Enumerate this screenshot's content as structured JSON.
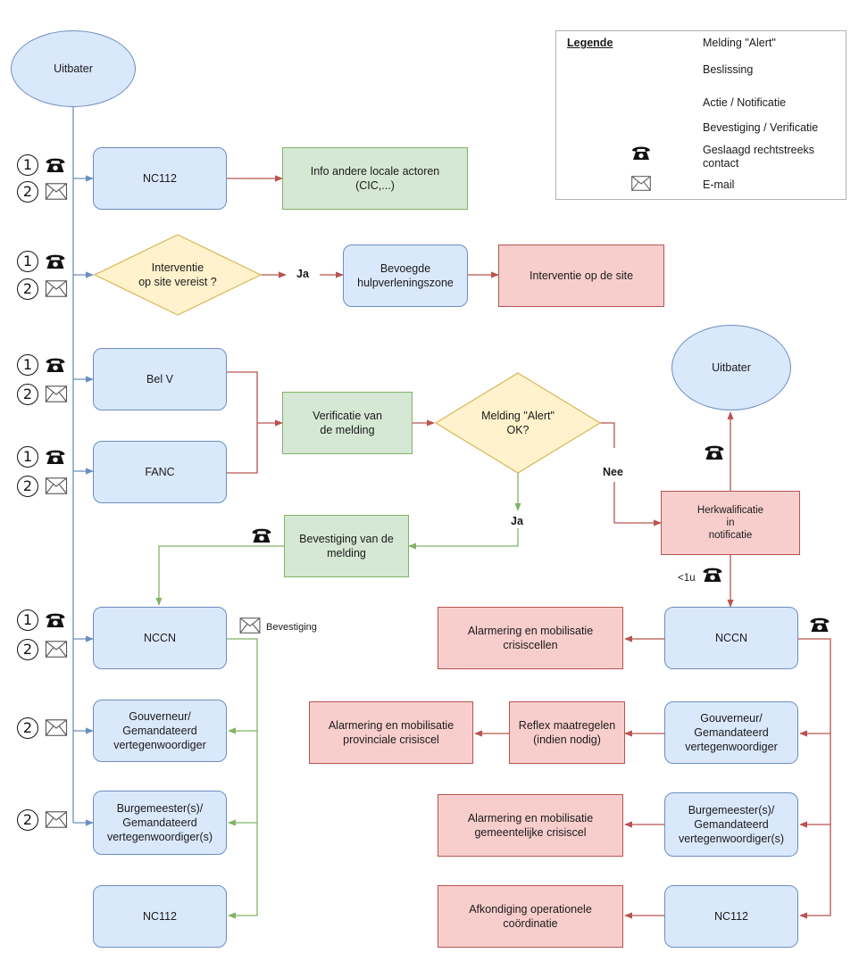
{
  "legend": {
    "title": "Legende",
    "alert": "Melding \"Alert\"",
    "decision": "Beslissing",
    "action": "Actie / Notificatie",
    "confirm": "Bevestiging / Verificatie",
    "phone": "Geslaagd rechtstreeks\ncontact",
    "mail": "E-mail"
  },
  "nodes": {
    "uitbater_top": "Uitbater",
    "nc112_top": "NC112",
    "info_actoren": "Info andere locale actoren\n(CIC,...)",
    "interventie_q": "Interventie\nop site vereist ?",
    "ja1": "Ja",
    "hulpverlening": "Bevoegde\nhulpverleningszone",
    "interventie_site": "Interventie op de site",
    "belv": "Bel V",
    "fanc": "FANC",
    "verificatie": "Verificatie van\nde melding",
    "melding_ok": "Melding \"Alert\"\nOK?",
    "nee": "Nee",
    "ja2": "Ja",
    "uitbater_right": "Uitbater",
    "herkwalificatie": "Herkwalificatie\nin\nnotificatie",
    "lt1u": "<1u",
    "bevestiging_melding": "Bevestiging van de\nmelding",
    "nccn_left": "NCCN",
    "bevestiging_label": "Bevestiging",
    "gouverneur_left": "Gouverneur/\nGemandateerd\nvertegenwoordiger",
    "burgemeester_left": "Burgemeester(s)/\nGemandateerd\nvertegenwoordiger(s)",
    "nc112_left": "NC112",
    "nccn_right": "NCCN",
    "alarm_crisiscellen": "Alarmering en mobilisatie\ncrisiscellen",
    "gouverneur_right": "Gouverneur/\nGemandateerd\nvertegenwoordiger",
    "reflex": "Reflex maatregelen\n(indien nodig)",
    "alarm_provinciale": "Alarmering en mobilisatie\nprovinciale crisiscel",
    "burgemeester_right": "Burgemeester(s)/\nGemandateerd\nvertegenwoordiger(s)",
    "alarm_gemeentelijke": "Alarmering en mobilisatie\ngemeentelijke crisiscel",
    "nc112_right": "NC112",
    "afkondiging": "Afkondiging operationele\ncoördinatie"
  },
  "markers": {
    "one": "1",
    "two": "2"
  },
  "colors": {
    "blue_fill": "#dae8fc",
    "blue_line": "#6c8ebf",
    "red_fill": "#f8cecc",
    "red_line": "#b85450",
    "green_fill": "#d5e8d4",
    "green_line": "#82b366",
    "yellow_fill": "#fff2cc",
    "yellow_line": "#d6b656"
  },
  "icons": [
    "phone-icon",
    "mail-icon",
    "circled-one-icon",
    "circled-two-icon"
  ]
}
